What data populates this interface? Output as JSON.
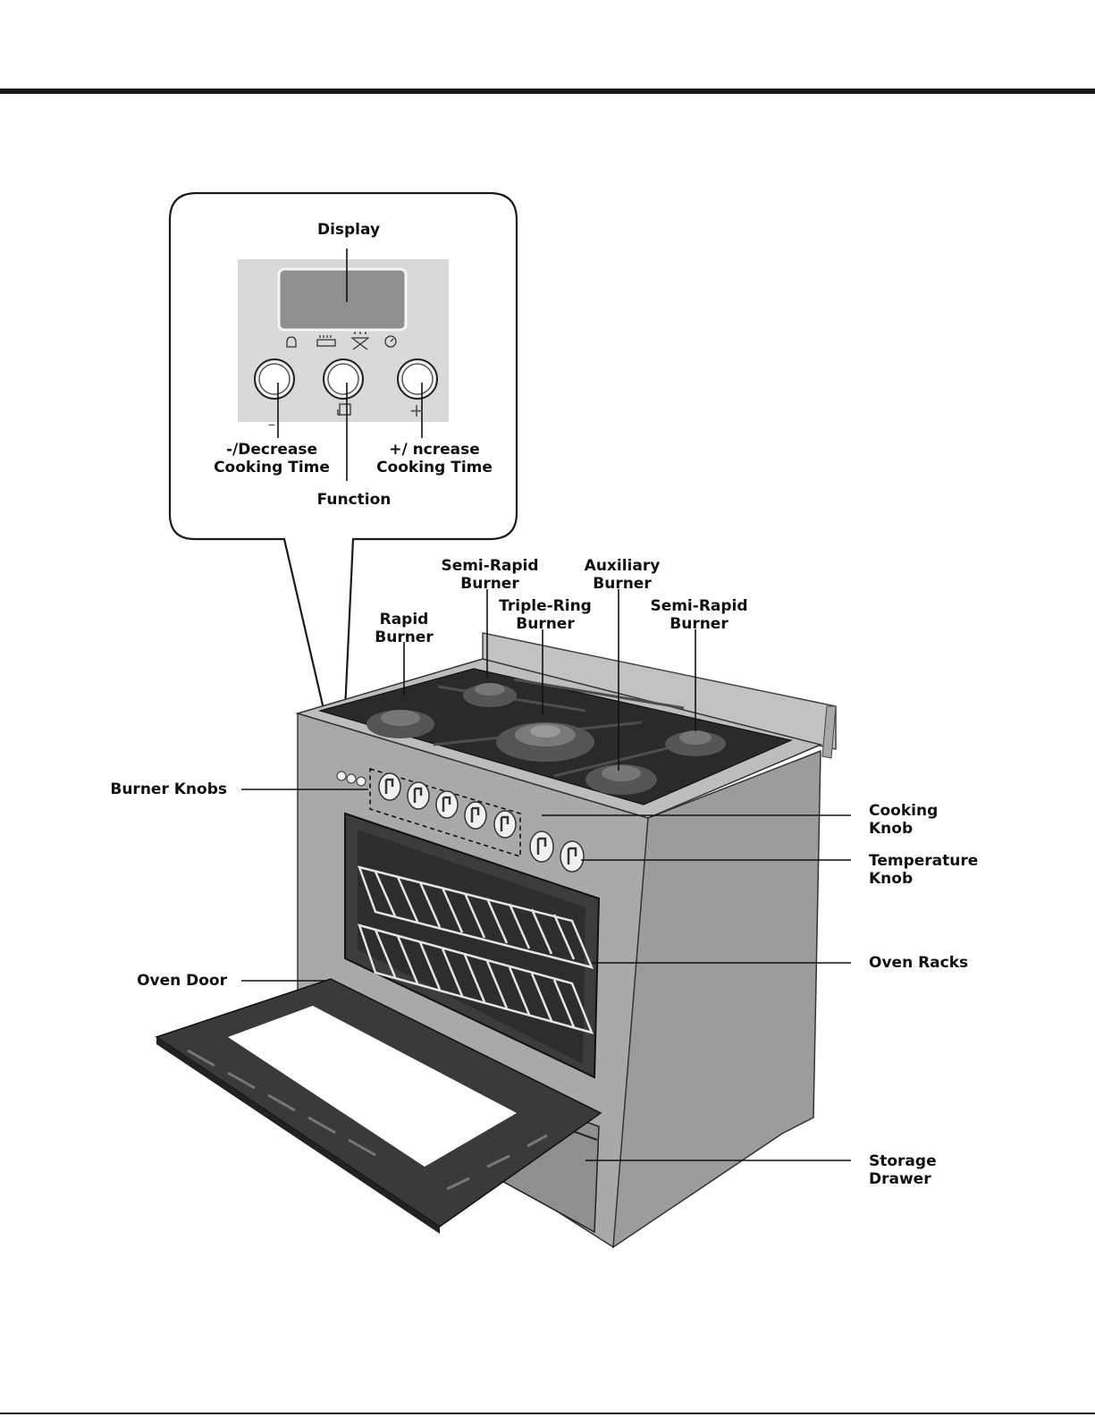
{
  "panel": {
    "display": "Display",
    "decrease": [
      "-/Decrease",
      "Cooking Time"
    ],
    "increase": [
      "+/ ncrease",
      "Cooking Time"
    ],
    "function": "Function",
    "symbols": {
      "minus": "–",
      "plus": "+"
    }
  },
  "burners": {
    "rapid": [
      "Rapid",
      "Burner"
    ],
    "semi_rapid_left": [
      "Semi-Rapid",
      "Burner"
    ],
    "triple_ring": [
      "Triple-Ring",
      "Burner"
    ],
    "auxiliary": [
      "Auxiliary",
      "Burner"
    ],
    "semi_rapid_right": [
      "Semi-Rapid",
      "Burner"
    ]
  },
  "parts": {
    "burner_knobs": "Burner Knobs",
    "cooking_knob": [
      "Cooking",
      "Knob"
    ],
    "temperature_knob": [
      "Temperature",
      "Knob"
    ],
    "oven_racks": "Oven Racks",
    "oven_door": "Oven Door",
    "storage_drawer": [
      "Storage",
      "Drawer"
    ]
  },
  "icons": [
    "bell-icon",
    "bottom-heat-icon",
    "fan-icon",
    "clock-icon",
    "function-cycle-icon"
  ]
}
